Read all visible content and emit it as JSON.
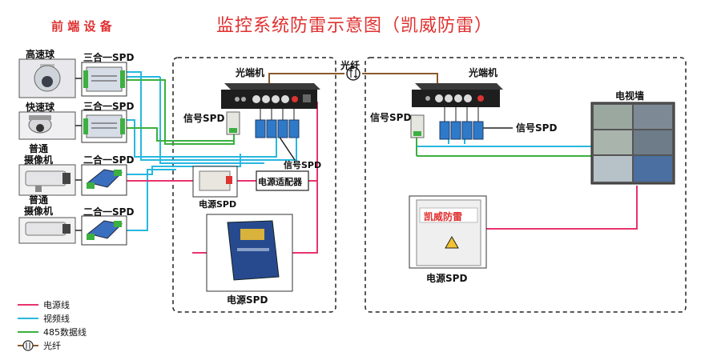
{
  "title": "监控系统防雷示意图（凯威防雷）",
  "front_end_label": "前 端 设 备",
  "colors": {
    "power": "#e8336d",
    "video": "#27b8e0",
    "data485": "#3cb040",
    "fiber": "#8b5a2b",
    "title_red": "#e03030"
  },
  "cameras": [
    "高速球",
    "快速球",
    "普通\n摄像机",
    "普通\n摄像机"
  ],
  "spd_labels": [
    "三合一SPD",
    "三合一SPD",
    "二合一SPD",
    "二合一SPD"
  ],
  "left_box": {
    "optical_terminal": "光端机",
    "signal_spd": "信号SPD",
    "signal_spd_bottom": "信号SPD",
    "power_spd_small": "电源SPD",
    "power_adapter": "电源适配器",
    "power_spd_large": "电源SPD"
  },
  "fiber_label": "光纤",
  "right_box": {
    "optical_terminal": "光端机",
    "signal_spd_left": "信号SPD",
    "signal_spd_right": "信号SPD",
    "video_wall": "电视墙",
    "cabinet_brand": "凯威防雷",
    "power_spd": "电源SPD"
  },
  "legend": [
    {
      "label": "电源线",
      "color": "#e8336d",
      "icon": "line"
    },
    {
      "label": "视频线",
      "color": "#27b8e0",
      "icon": "line"
    },
    {
      "label": "485数据线",
      "color": "#3cb040",
      "icon": "line"
    },
    {
      "label": "光纤",
      "color": "#8b5a2b",
      "icon": "fiber-coupler-icon"
    }
  ]
}
